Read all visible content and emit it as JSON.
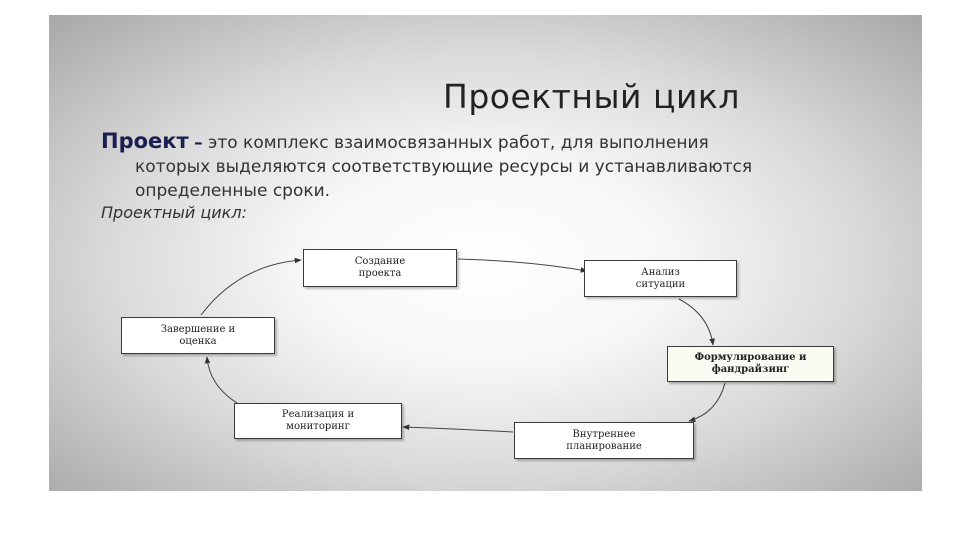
{
  "slide": {
    "title": "Проектный цикл",
    "definition": {
      "term": "Проект",
      "dash": "–",
      "line1_rest": "это комплекс взаимосвязанных работ, для выполнения",
      "line2": "которых выделяются соответствующие ресурсы и устанавливаются",
      "line3": "определенные сроки."
    },
    "subheading": "Проектный цикл:"
  },
  "cycle": {
    "stages": [
      {
        "line1": "Создание",
        "line2": "проекта"
      },
      {
        "line1": "Анализ",
        "line2": "ситуации"
      },
      {
        "line1": "Формулирование и",
        "line2": "фандрайзинг"
      },
      {
        "line1": "Внутреннее",
        "line2": "планирование"
      },
      {
        "line1": "Реализация и",
        "line2": "мониторинг"
      },
      {
        "line1": "Завершение и",
        "line2": "оценка"
      }
    ]
  }
}
